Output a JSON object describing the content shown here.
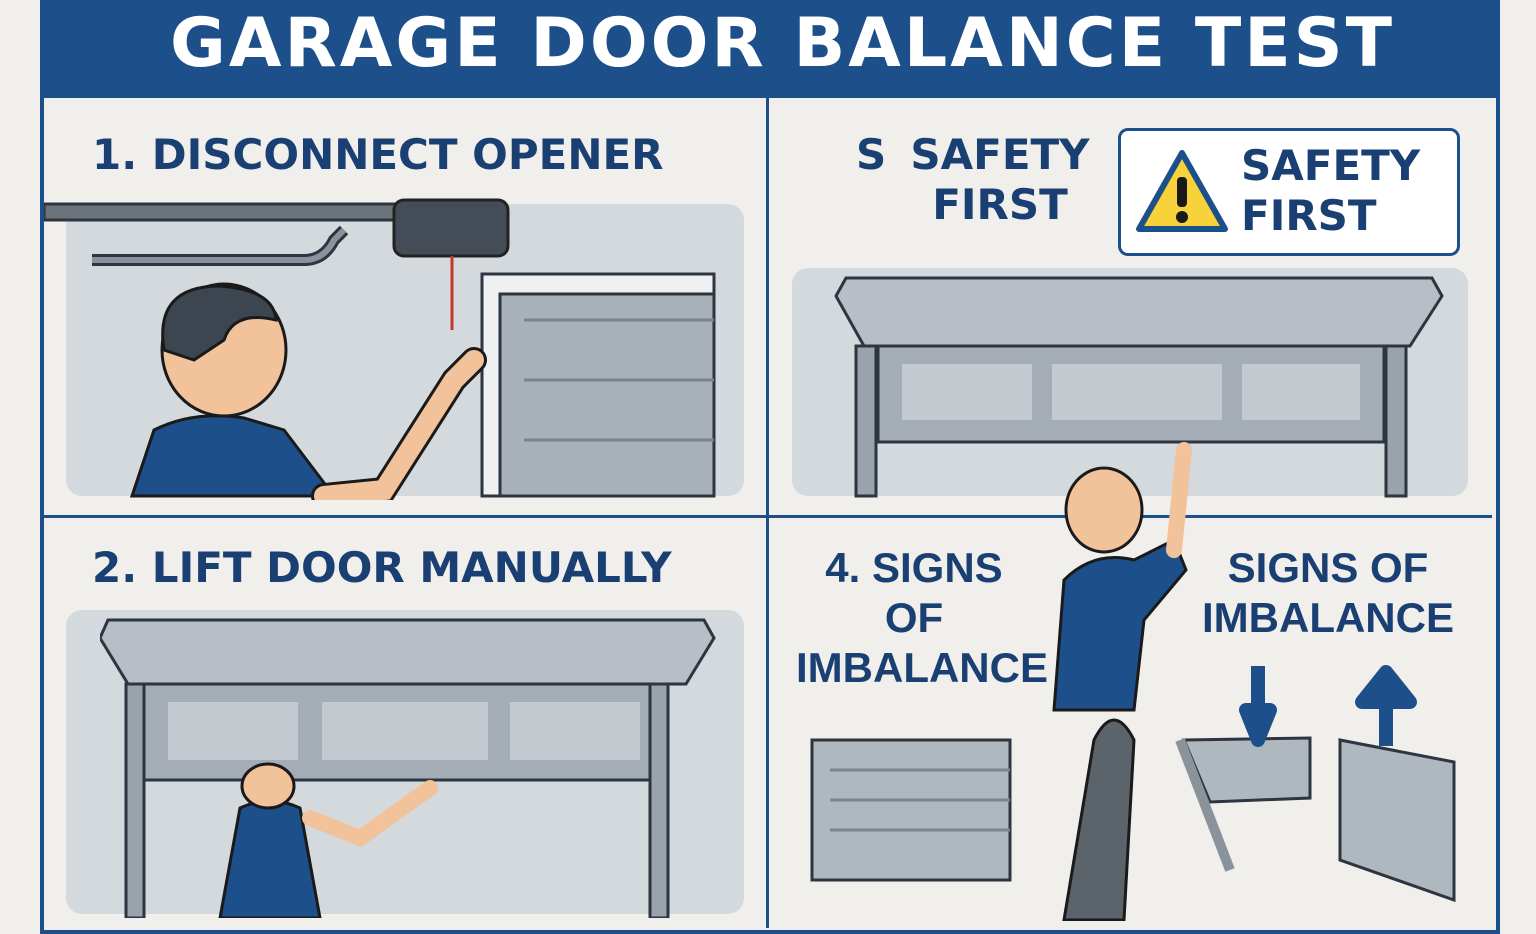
{
  "title": "GARAGE DOOR BALANCE TEST",
  "panels": [
    {
      "label": "1. DISCONNECT OPENER"
    },
    {
      "label_prefix": "S",
      "label": "SAFETY FIRST",
      "badge": {
        "icon": "warning-icon",
        "text": "SAFETY FIRST"
      }
    },
    {
      "label": "2. LIFT DOOR MANUALLY"
    },
    {
      "label": "4. SIGNS OF IMBALANCE",
      "side_label": "SIGNS OF IMBALANCE"
    }
  ],
  "colors": {
    "brand": "#1d4f8a",
    "background": "#f1efeb",
    "scene": "#d4d9dd",
    "warning": "#f7d23a"
  }
}
